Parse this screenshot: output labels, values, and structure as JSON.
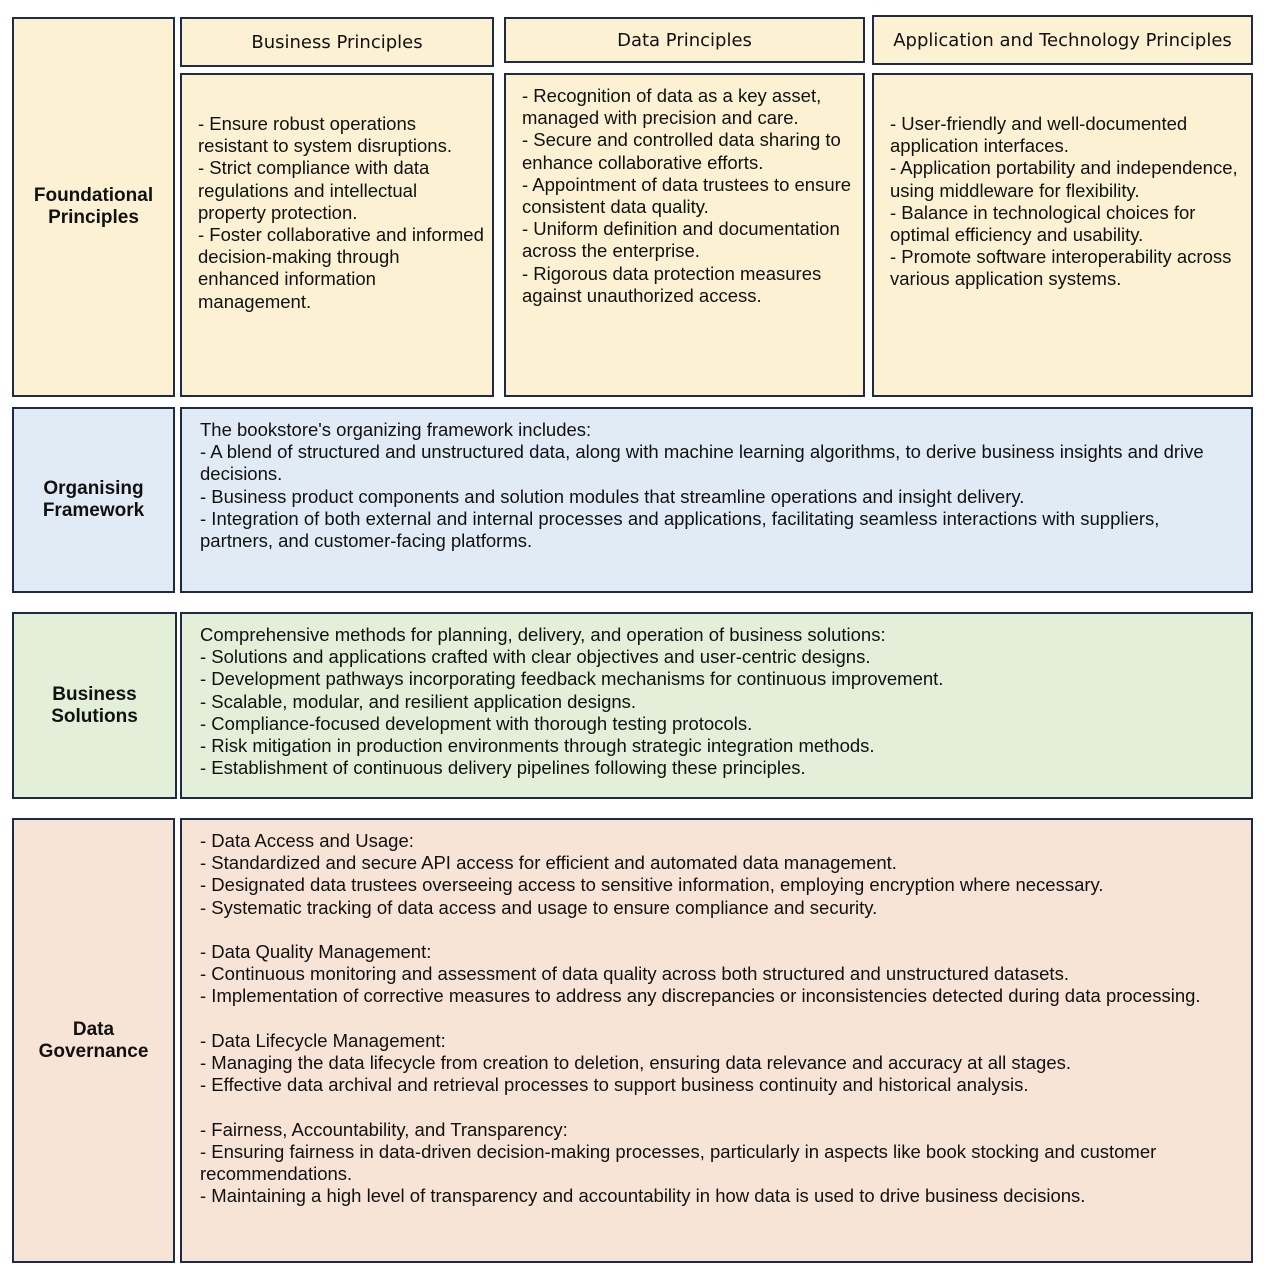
{
  "sections": {
    "foundational": {
      "label": "Foundational\nPrinciples",
      "columns": [
        {
          "header": "Business Principles",
          "body": "  - Ensure robust operations resistant to system disruptions.\n  - Strict compliance with data regulations and intellectual property protection.\n  - Foster collaborative and informed decision-making through enhanced information management."
        },
        {
          "header": "Data Principles",
          "body": "  - Recognition of data as a key asset, managed with precision and care.\n  - Secure and controlled data sharing to enhance collaborative efforts.\n  - Appointment of data trustees to ensure consistent data quality.\n  - Uniform definition and documentation across the enterprise.\n  - Rigorous data protection measures against unauthorized access."
        },
        {
          "header": "Application and Technology Principles",
          "body": "  - User-friendly and well-documented application interfaces.\n  - Application portability and independence, using middleware for flexibility.\n  - Balance in technological choices for optimal efficiency and usability.\n  - Promote software interoperability across various application systems."
        }
      ]
    },
    "organising": {
      "label": "Organising\nFramework",
      "body": "The bookstore's organizing framework includes:\n- A blend of structured and unstructured data, along with machine learning algorithms, to derive business insights and drive decisions.\n- Business product components and solution modules that streamline operations and insight delivery.\n- Integration of both external and internal processes and applications, facilitating seamless interactions with suppliers, partners, and customer-facing platforms."
    },
    "business_solutions": {
      "label": "Business\nSolutions",
      "body": "Comprehensive methods for planning, delivery, and operation of business solutions:\n- Solutions and applications crafted with clear objectives and user-centric designs.\n- Development pathways incorporating feedback mechanisms for continuous improvement.\n- Scalable, modular, and resilient application designs.\n- Compliance-focused development with thorough testing protocols.\n- Risk mitigation in production environments through strategic integration methods.\n- Establishment of continuous delivery pipelines following these principles."
    },
    "data_governance": {
      "label": "Data\nGovernance",
      "body": "- Data Access and Usage:\n  - Standardized and secure API access for efficient and automated data management.\n  - Designated data trustees overseeing access to sensitive information, employing encryption where necessary.\n  - Systematic tracking of data access and usage to ensure compliance and security.\n\n- Data Quality Management:\n  - Continuous monitoring and assessment of data quality across both structured and unstructured datasets.\n  - Implementation of corrective measures to address any discrepancies or inconsistencies detected during data processing.\n\n- Data Lifecycle Management:\n  - Managing the data lifecycle from creation to deletion, ensuring data relevance and accuracy at all stages.\n  - Effective data archival and retrieval processes to support business continuity and historical analysis.\n\n- Fairness, Accountability, and Transparency:\n  - Ensuring fairness in data-driven decision-making processes, particularly in aspects like book stocking and customer recommendations.\n  - Maintaining a high level of transparency and accountability in how data is used to drive business decisions."
    }
  },
  "colors": {
    "border": "#1f2a44",
    "foundational_fill": "#fcf1d3",
    "organising_fill": "#e1ebf5",
    "business_solutions_fill": "#e3efd9",
    "data_governance_fill": "#f7e4d7"
  }
}
